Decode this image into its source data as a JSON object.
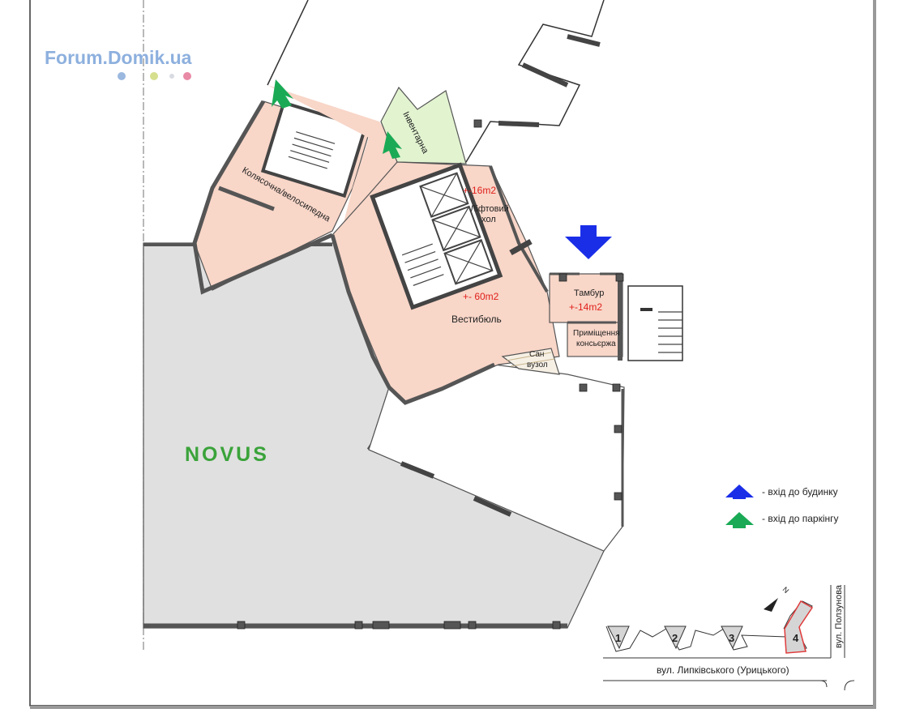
{
  "watermark": {
    "text": "Forum.Domik.ua",
    "dot_colors": [
      "#9bb8df",
      "#d6df8e",
      "#d9dbe2",
      "#e98aa6"
    ]
  },
  "store": {
    "name": "NOVUS",
    "color": "#3aa33a"
  },
  "rooms": {
    "inventory": "Інвентарна",
    "stroller": "Колясочна/велосипедна",
    "elevator_hall": [
      "Ліфтовий",
      "хол"
    ],
    "vestibule": "Вестибюль",
    "vestibule_area": "+- 60m2",
    "elevator_area": "+-16m2",
    "tambour": "Тамбур",
    "tambour_area": "+-14m2",
    "concierge": [
      "Приміщення",
      "консьєржа"
    ],
    "wc": [
      "Сан",
      "вузол"
    ]
  },
  "legend": {
    "building_entry": {
      "label": "- вхід до будинку",
      "color": "#1a2ee8",
      "icon": "blue-arrow-icon"
    },
    "parking_entry": {
      "label": "- вхід до паркінгу",
      "color": "#1aaa55",
      "icon": "green-arrow-icon"
    }
  },
  "site_plan": {
    "sections": [
      "1",
      "2",
      "3",
      "4"
    ],
    "street_main": "вул. Липківського (Урицького)",
    "street_side": "вул. Ползунова",
    "north_label": "N"
  },
  "colors": {
    "pink_fill": "#f8d6c8",
    "green_fill": "#e2f3d0",
    "novus_fill": "#e0e0e0",
    "entry_blue": "#1a2ee8",
    "entry_green": "#1aaa55",
    "area_red": "#e0201b"
  }
}
